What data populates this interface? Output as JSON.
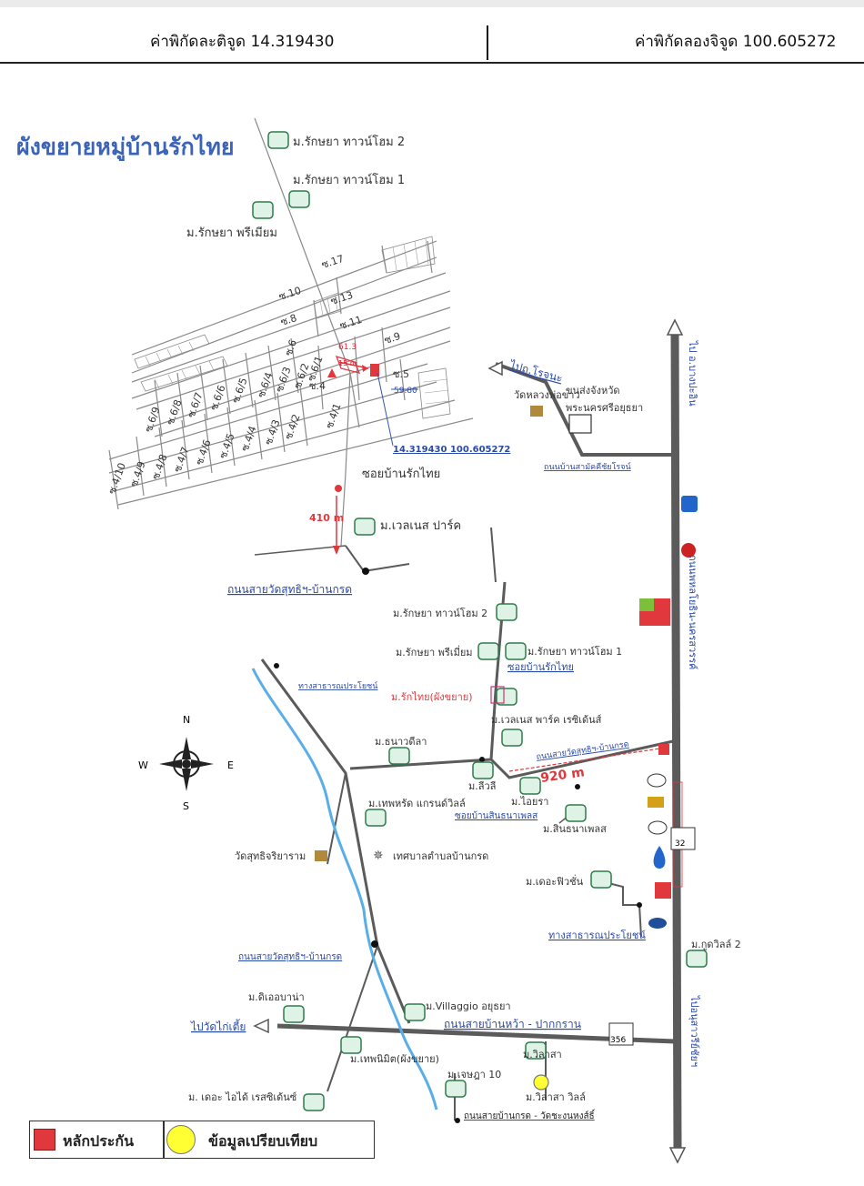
{
  "header": {
    "latitude_label": "ค่าพิกัดละติจูด 14.319430",
    "longitude_label": "ค่าพิกัดลองจิจูด 100.605272"
  },
  "map": {
    "title": "ผังขยายหมู่บ้านรักไทย",
    "villages": {
      "raksaya_townhome_2_top": "ม.รักษยา ทาวน์โฮม 2",
      "raksaya_townhome_1_top": "ม.รักษยา ทาวน์โฮม 1",
      "raksaya_premium_top": "ม.รักษยา พรีเมียม",
      "wellness_park": "ม.เวลเนส ปาร์ค",
      "raksaya_townhome_2_mid": "ม.รักษยา ทาวน์โฮม 2",
      "raksaya_premium_mid": "ม.รักษยา พรีเมี่ยม",
      "raksaya_townhome_1_mid": "ม.รักษยา ทาวน์โฮม 1",
      "raktai_ext": "ม.รักไทย(ผังขยาย)",
      "wellness_residence": "ม.เวลเนส พาร์ค เรซิเด้นส์",
      "thanawadee": "ม.ธนาวดีลา",
      "silvy": "ม.ลีวลี",
      "thepharat_grandville": "ม.เทพหรัด แกรนด์วิลล์",
      "iyara": "ม.ไอยรา",
      "sinthana": "ม.สินธนาเพลส",
      "the_fortune": "ม.เดอะฟิวชั่น",
      "goodville": "ม.กูดวิลล์ 2",
      "the_urbana": "ม.ดิเออบาน่า",
      "villaggio": "ม.Villaggio อยุธยา",
      "thepnimit": "ม.เทพนิมิต(ผังขยาย)",
      "wilasa": "ม.วิลาสา",
      "wilasa_ville": "ม.วิลาสา วิลล์",
      "chenpura": "ม.เจษฎา 10",
      "the_idol": "ม. เดอะ ไอได้ เรสซิเด้นซ์"
    },
    "places": {
      "wat_luang": "วัดหลวงพ่อขาว",
      "bus_station": "ขนส่งจังหวัด",
      "bus_station2": "พระนครศรีอยุธยา",
      "wat_suthi": "วัดสุทธิจริยาราม",
      "tessaban": "เทศบาลตำบลบ้านกรด"
    },
    "roads": {
      "soi_raktai": "ซอยบ้านรักไทย",
      "road_wat_suthi": "ถนนสายวัดสุทธิฯ-บ้านกรด",
      "public_way": "ทางสาธารณประโยชน์",
      "soi_raktai_blue": "ซอยบ้านรักไทย",
      "road_suthi_right": "ถนนสายวัดสุทธิฯ-บ้านกรด",
      "soi_sinthana": "ซอยบ้านสินธนาเพลส",
      "public_way2": "ทางสาธารณประโยชน์",
      "road_suthi_lower": "ถนนสายวัดสุทธิฯ-บ้านกรด",
      "road_ban_wa": "ถนนสายบ้านหว้า - ปากกราน",
      "road_bottom": "ถนนสายบ้านกรด - วัดชะงนหงส์ธิ์",
      "to_rochana": "ไปถ.โรจนะ",
      "to_wat_kai": "ไปวัดไก่เตี้ย",
      "phahon_top": "ไป อ.บางปะอิน",
      "phahon_mid": "ถนนพหลโยธิน-นครสวรรค์",
      "phahon_bottom": "ไปอนุสาวรีย์ชัยฯ",
      "ban_road": "ถนนบ้านสามัคคีชัยโรจน์",
      "hwy_32": "32",
      "hwy_356": "356"
    },
    "sois": [
      "ซ.17",
      "ซ.13",
      "ซ.10",
      "ซ.8",
      "ซ.11",
      "ซ.9",
      "ซ.6",
      "ซ.6/1",
      "ซ.6/2",
      "ซ.6/3",
      "ซ.6/4",
      "ซ.6/5",
      "ซ.6/6",
      "ซ.6/7",
      "ซ.6/8",
      "ซ.6/9",
      "ซ.4",
      "ซ.5",
      "ซ.4/1",
      "ซ.4/2",
      "ซ.4/3",
      "ซ.4/4",
      "ซ.4/5",
      "ซ.4/6",
      "ซ.4/7",
      "ซ.4/8",
      "ซ.4/9",
      "ซ.4/10"
    ],
    "measures": {
      "d1": "61.3",
      "d2": "59.80",
      "d3": "15 m",
      "dist_410": "410 m",
      "dist_920": "920 m",
      "coords": "14.319430 100.605272"
    },
    "compass": {
      "n": "N",
      "s": "S",
      "e": "E",
      "w": "W"
    }
  },
  "legend": {
    "collateral": "หลักประกัน",
    "comparison": "ข้อมูลเปรียบเทียบ"
  },
  "colors": {
    "road": "#555555",
    "river": "#5aaee8",
    "label_blue": "#2a4aa8",
    "red": "#e0383d"
  }
}
